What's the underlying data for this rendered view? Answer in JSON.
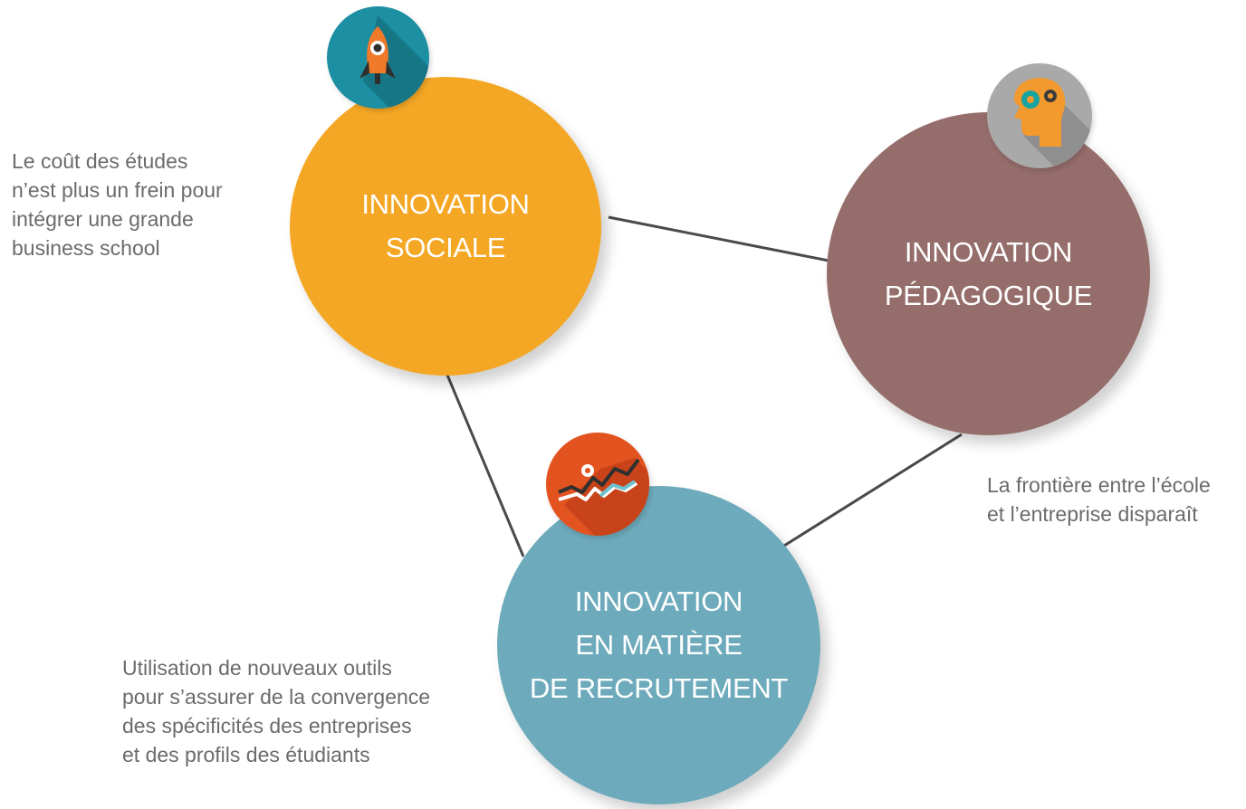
{
  "nodes": {
    "sociale": {
      "title": [
        "INNOVATION",
        "SOCIALE"
      ],
      "icon": "rocket-icon",
      "color": "#f4a724",
      "icon_bg": "#1d8fa2"
    },
    "pedagogique": {
      "title": [
        "INNOVATION",
        "PÉDAGOGIQUE"
      ],
      "icon": "head-gears-icon",
      "color": "#956d6b",
      "icon_bg": "#a9a9a9"
    },
    "recrutement": {
      "title": [
        "INNOVATION",
        "EN MATIÈRE",
        "DE RECRUTEMENT"
      ],
      "icon": "line-chart-icon",
      "color": "#6daabb",
      "icon_bg": "#e3531f"
    }
  },
  "descriptions": {
    "sociale": [
      "Le coût des études",
      "n’est plus un frein pour",
      "intégrer une grande",
      "business school"
    ],
    "pedagogique": [
      "La frontière entre l’école",
      "et l’entreprise disparaît"
    ],
    "recrutement": [
      "Utilisation de nouveaux outils",
      "pour s’assurer de la convergence",
      "des spécificités des entreprises",
      "et des profils des étudiants"
    ]
  },
  "connections": [
    [
      "sociale",
      "pedagogique"
    ],
    [
      "sociale",
      "recrutement"
    ],
    [
      "pedagogique",
      "recrutement"
    ]
  ]
}
